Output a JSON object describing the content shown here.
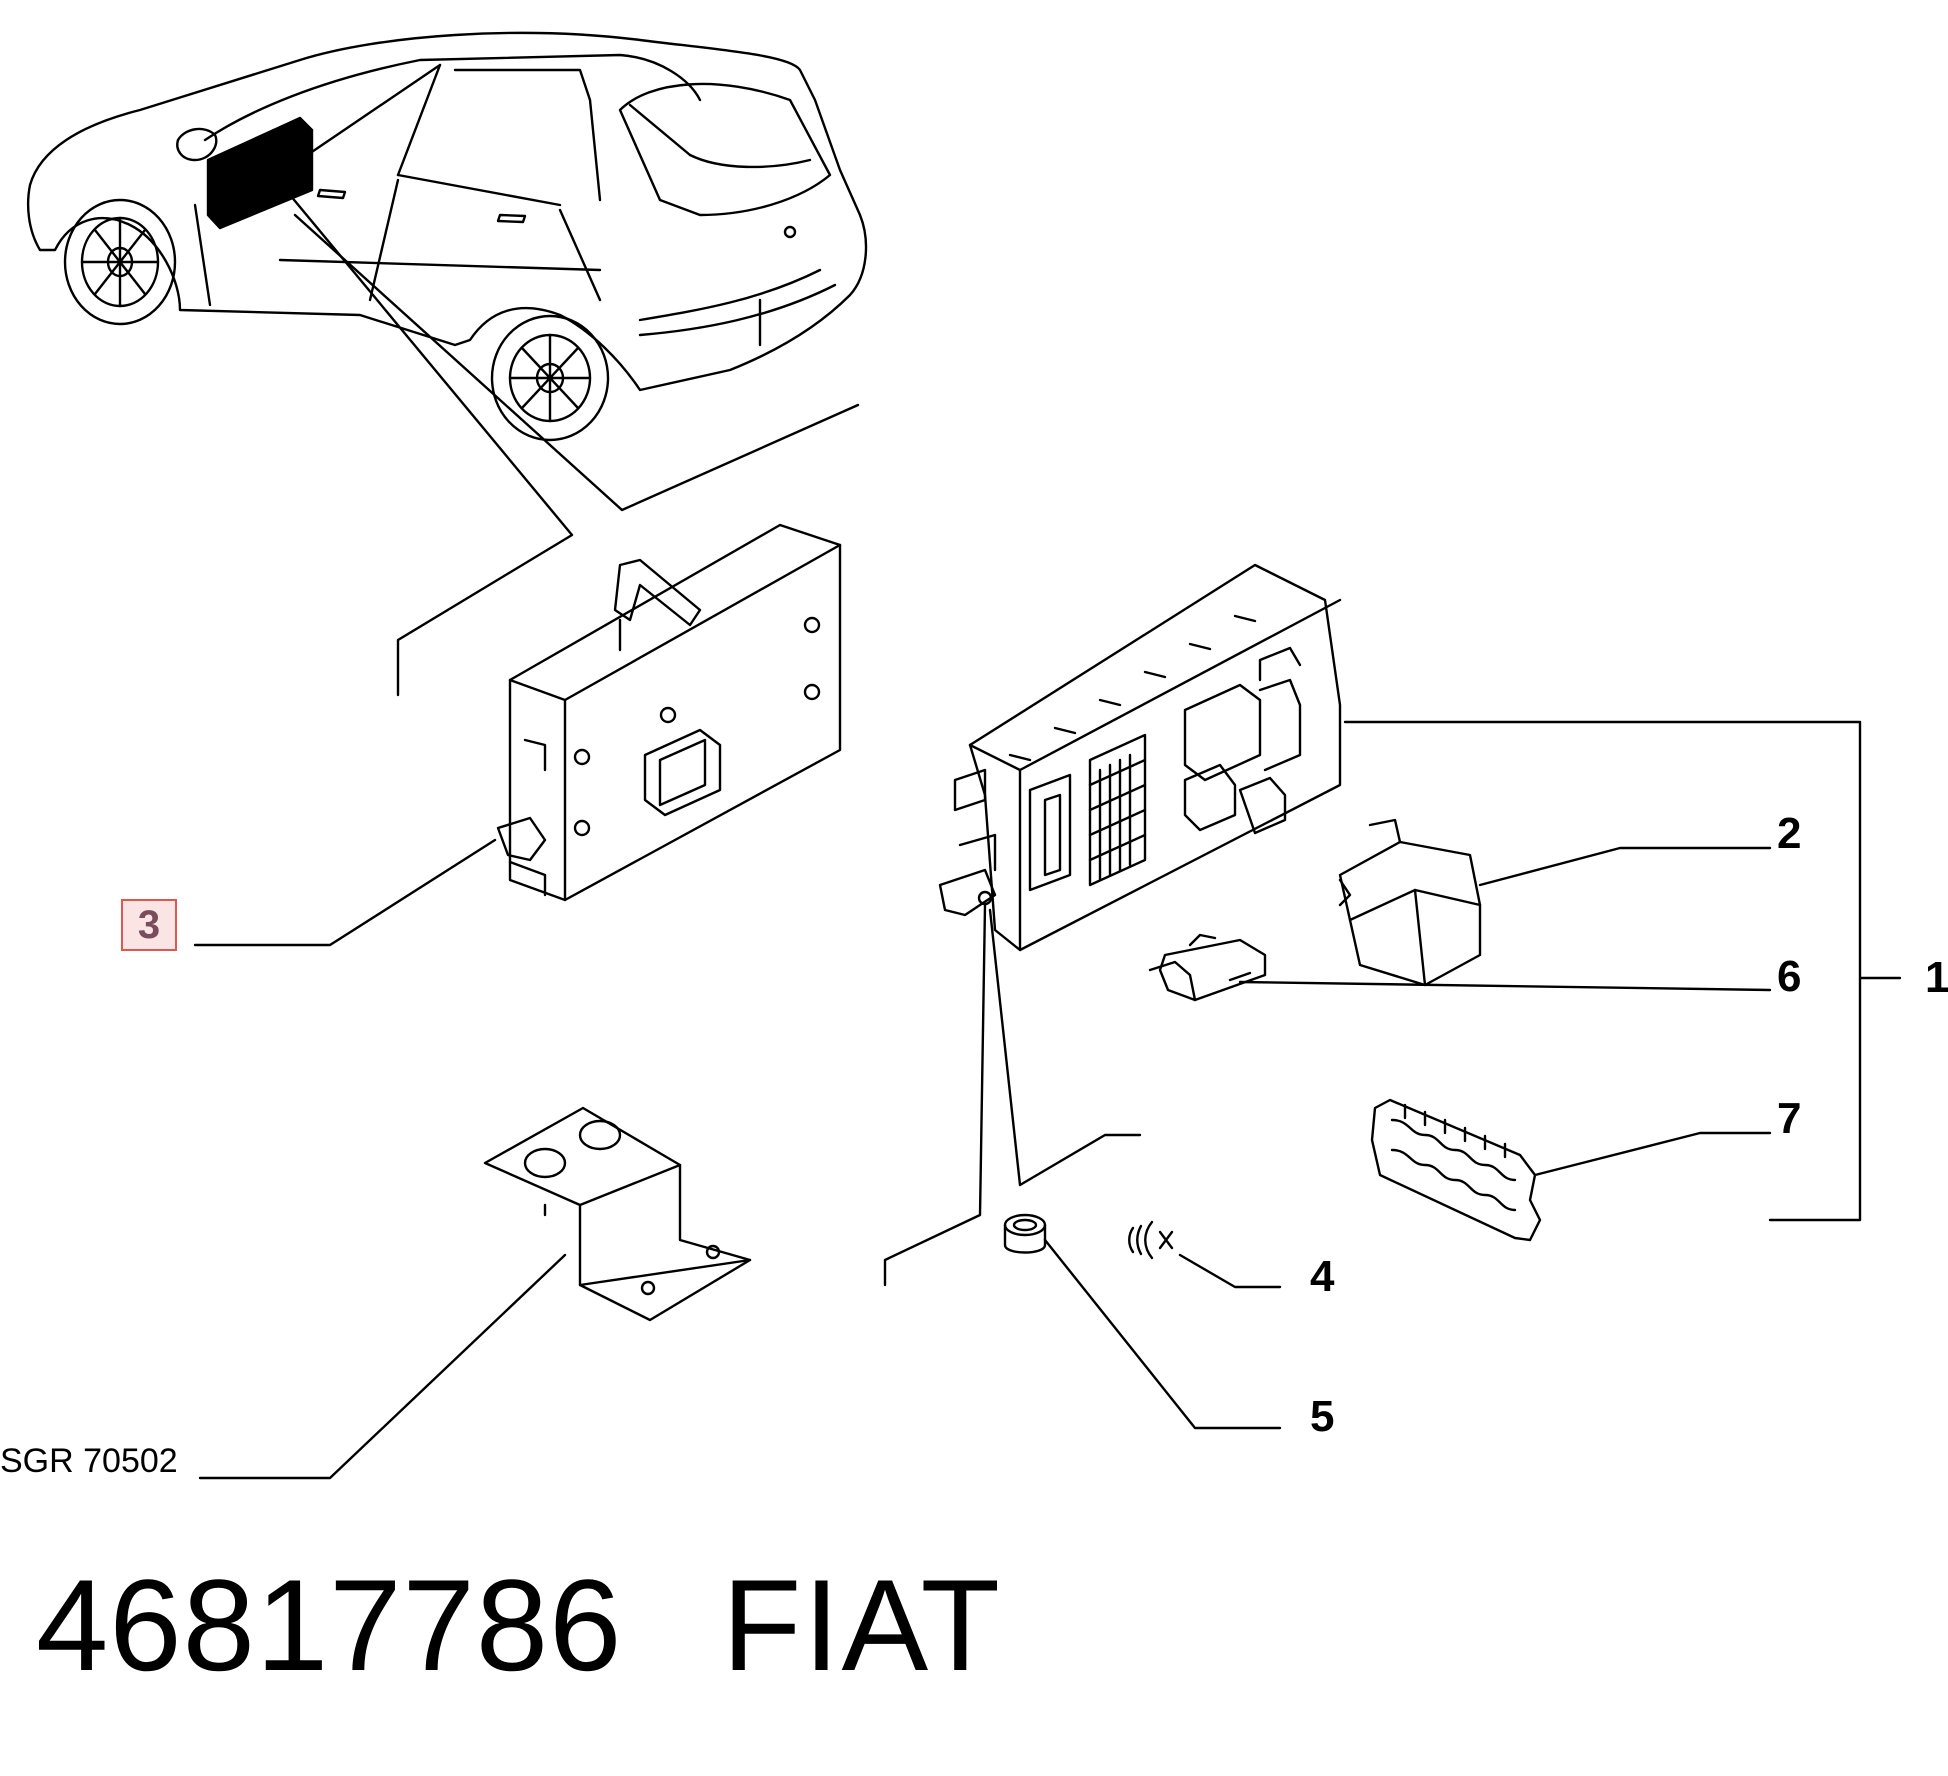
{
  "callouts": {
    "c1": "1",
    "c2": "2",
    "c3": "3",
    "c4": "4",
    "c5": "5",
    "c6": "6",
    "c7": "7"
  },
  "reference_code": "SGR 70502",
  "part_number": "46817786",
  "brand": "FIAT",
  "colors": {
    "line": "#000000",
    "highlight_border": "#e0574f",
    "highlight_fill": "#fbe4e4",
    "highlight_text": "#7a4d5d"
  }
}
